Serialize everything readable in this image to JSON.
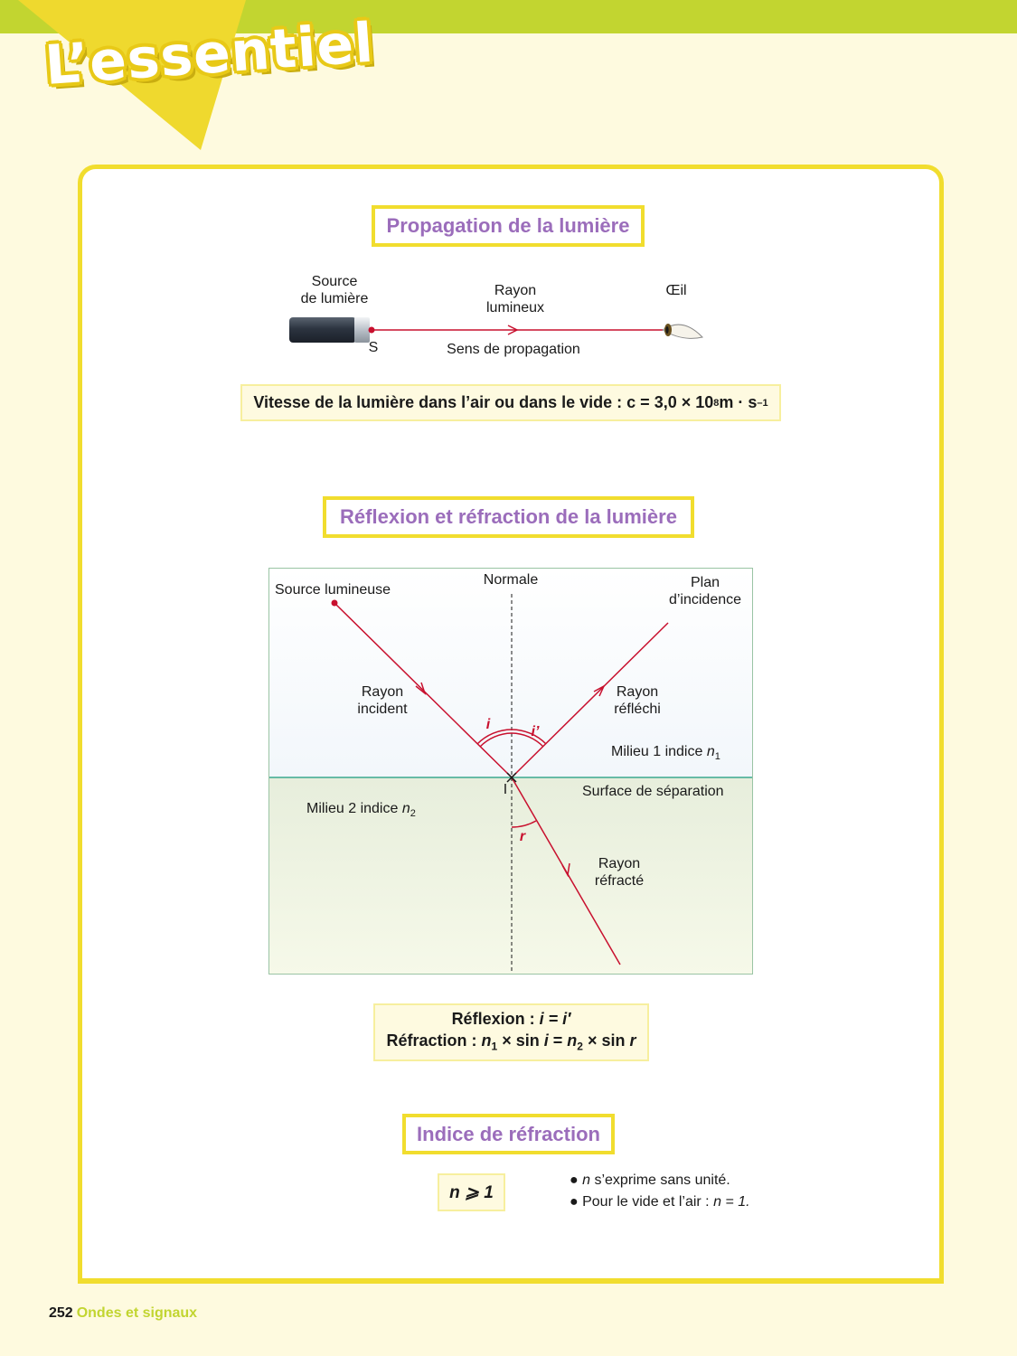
{
  "header": {
    "title": "L’essentiel",
    "accent_color": "#c2d530",
    "banner_color": "#efd92e"
  },
  "section1": {
    "title": "Propagation de la lumière",
    "source_label_line1": "Source",
    "source_label_line2": "de lumière",
    "point_s": "S",
    "ray_label_line1": "Rayon",
    "ray_label_line2": "lumineux",
    "eye_label": "Œil",
    "direction_label": "Sens de propagation",
    "speed_text": "Vitesse de la lumière dans l’air ou dans le vide : c = 3,0 × 10",
    "speed_exp": "8",
    "speed_unit": " m · s",
    "speed_unit_exp": "–1"
  },
  "section2": {
    "title": "Réflexion et réfraction de la lumière",
    "normal": "Normale",
    "source": "Source lumineuse",
    "plane_line1": "Plan",
    "plane_line2": "d’incidence",
    "incident_line1": "Rayon",
    "incident_line2": "incident",
    "reflected_line1": "Rayon",
    "reflected_line2": "réfléchi",
    "angle_i": "i",
    "angle_i_prime": "i’",
    "angle_r": "r",
    "medium1": "Milieu 1 indice ",
    "medium1_n": "n",
    "medium1_sub": "1",
    "point_i": "I",
    "surface": "Surface de séparation",
    "medium2": "Milieu 2 indice ",
    "medium2_n": "n",
    "medium2_sub": "2",
    "refracted_line1": "Rayon",
    "refracted_line2": "réfracté",
    "reflection_law_label": "Réflexion : ",
    "reflection_law_expr": "i = i′",
    "refraction_law_label": "Réfraction : ",
    "ray_color": "#c8102e",
    "surface_color": "#3aa98f"
  },
  "section3": {
    "title": "Indice de réfraction",
    "inequality": "n ⩾ 1",
    "bullet1_n": "n",
    "bullet1": " s’exprime sans unité.",
    "bullet2": "Pour le vide et l’air : ",
    "bullet2_expr": "n = 1."
  },
  "footer": {
    "page_number": "252",
    "section": "Ondes et signaux"
  }
}
